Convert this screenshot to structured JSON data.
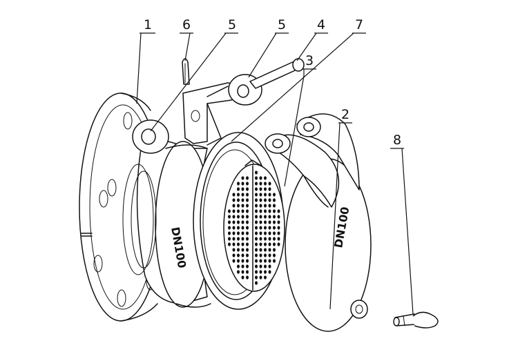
{
  "callouts": {
    "c1": "1",
    "c6": "6",
    "c5a": "5",
    "c5b": "5",
    "c4": "4",
    "c7": "7",
    "c3": "3",
    "c2": "2",
    "c8": "8"
  },
  "stamps": {
    "body": "DN100",
    "cap": "DN100"
  },
  "colors": {
    "line": "#111111",
    "background": "#ffffff"
  }
}
